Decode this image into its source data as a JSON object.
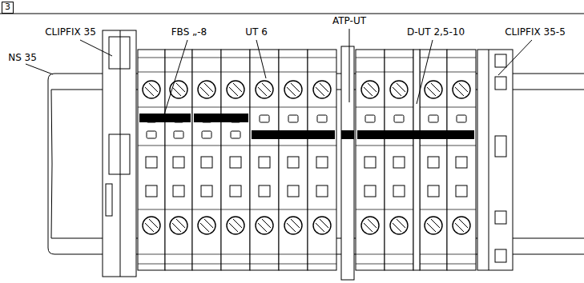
{
  "diagram": {
    "nodes": [
      {
        "text": [
          "3"
        ]
      }
    ],
    "labels": [
      "CLIPFIX 35",
      "NS 35",
      "FBS „-8",
      "UT 6",
      "ATP-UT",
      "D-UT 2,5-10",
      "CLIPFIX 35-5"
    ]
  }
}
